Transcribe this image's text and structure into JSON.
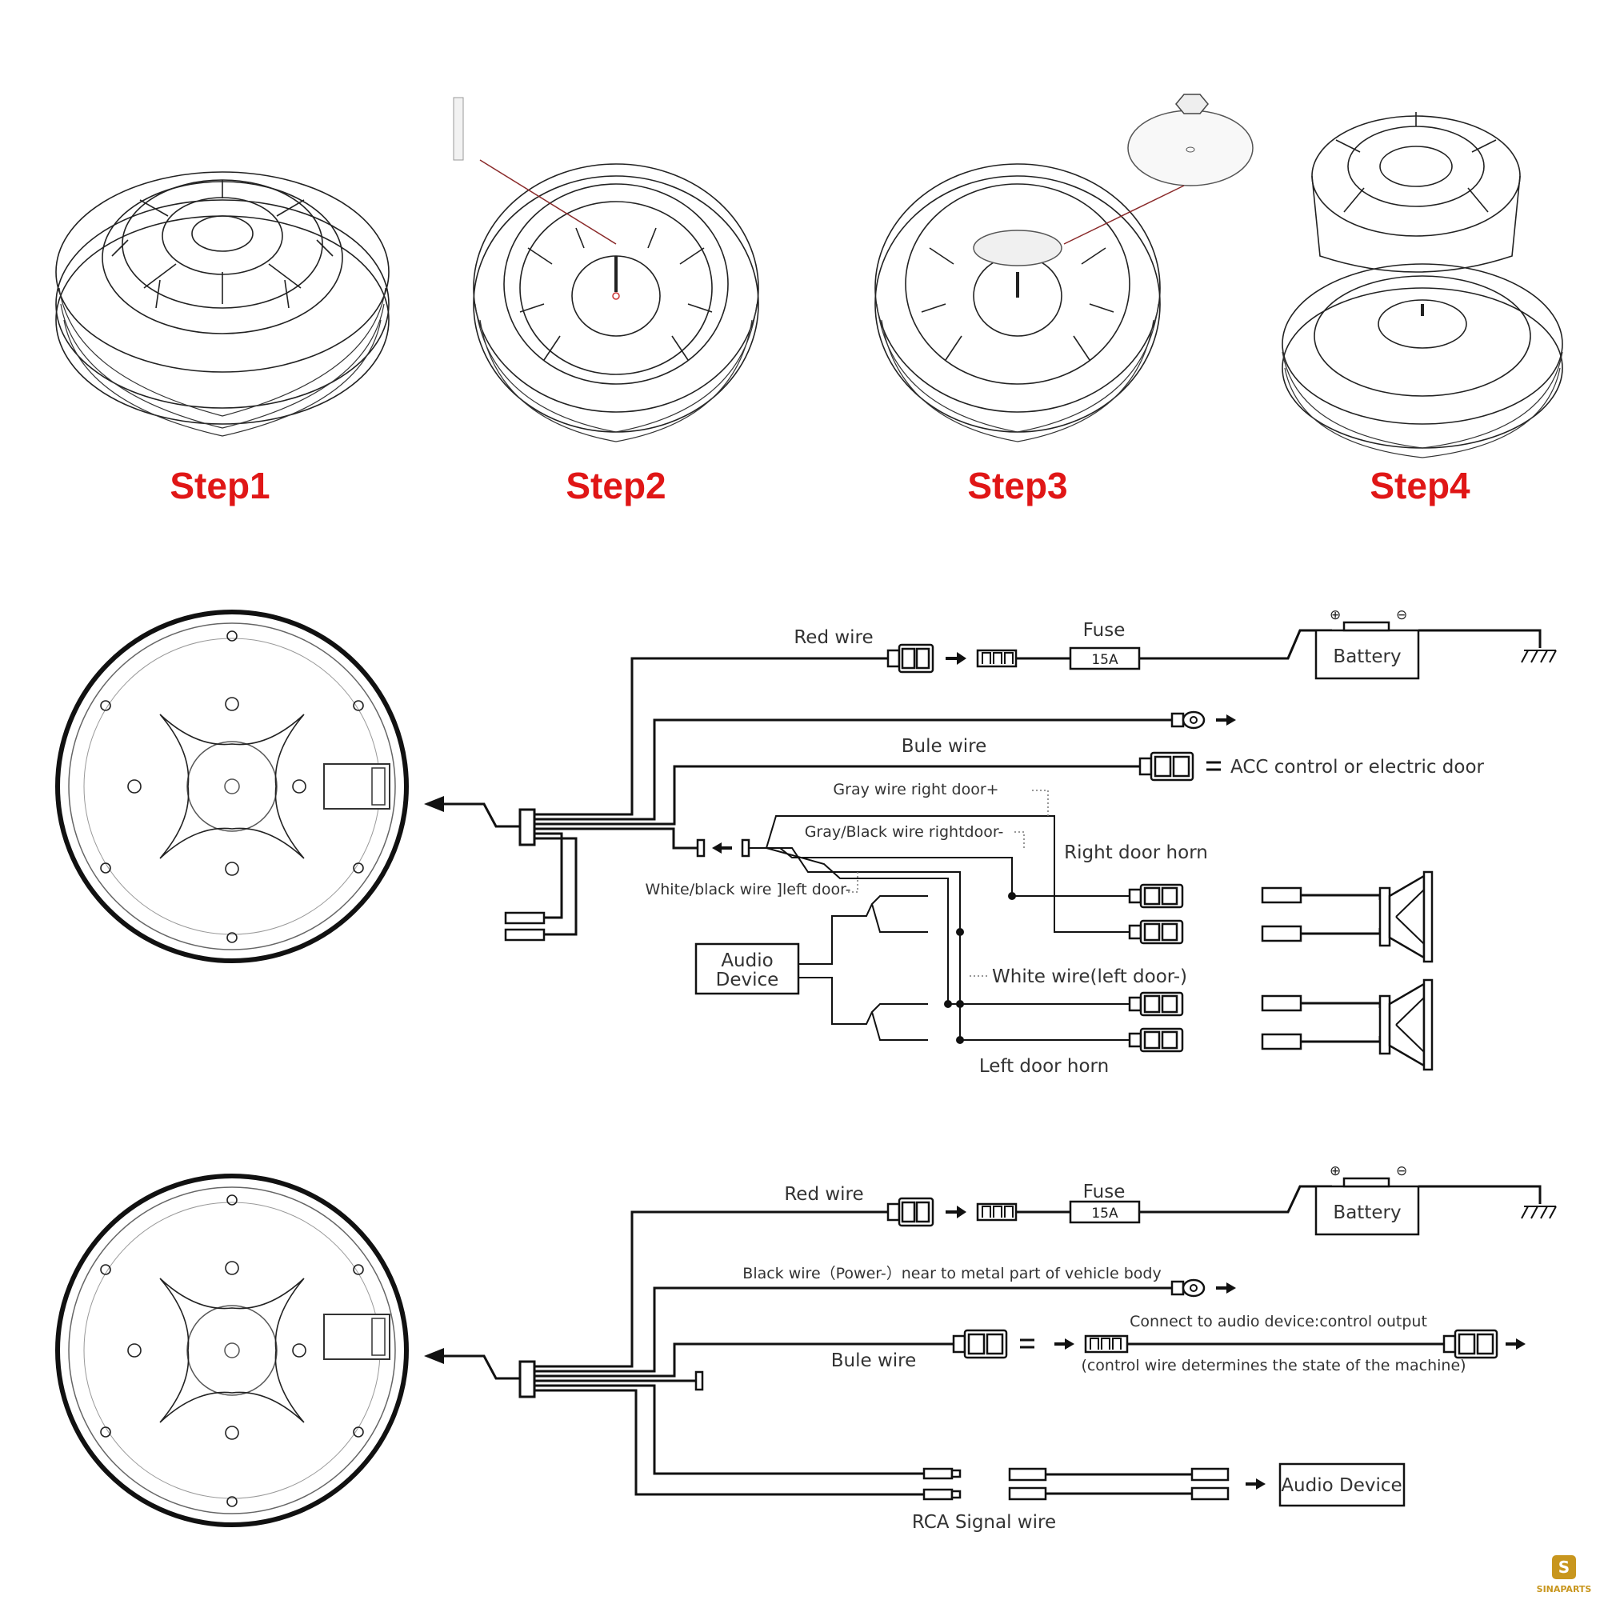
{
  "steps": {
    "step1": "Step1",
    "step2": "Step2",
    "step3": "Step3",
    "step4": "Step4"
  },
  "diagram_a": {
    "red_wire": "Red wire",
    "fuse": "Fuse",
    "fuse_rating": "15A",
    "battery": "Battery",
    "blue_wire": "Bule wire",
    "acc_label": "ACC control or electric door",
    "gray_wire": "Gray wire right door+",
    "gray_black_wire": "Gray/Black wire rightdoor-",
    "right_door_horn": "Right door horn",
    "white_black_wire": "White/black wire ]left door-",
    "audio_device_line1": "Audio",
    "audio_device_line2": "Device",
    "white_wire": "White wire(left door-)",
    "left_door_horn": "Left door horn"
  },
  "diagram_b": {
    "red_wire": "Red wire",
    "fuse": "Fuse",
    "fuse_rating": "15A",
    "battery": "Battery",
    "black_wire": "Black wire（Power-）near to metal part of vehicle body",
    "blue_wire": "Bule wire",
    "connect_label": "Connect to audio device:control output",
    "control_note": "(control wire determines the state of the machine)",
    "rca_wire": "RCA Signal wire",
    "audio_device": "Audio Device"
  },
  "watermark": {
    "text": "SINAPARTS"
  },
  "colors": {
    "step_label": "#e01616",
    "line": "#111111",
    "watermark_gold": "#c8961e"
  }
}
